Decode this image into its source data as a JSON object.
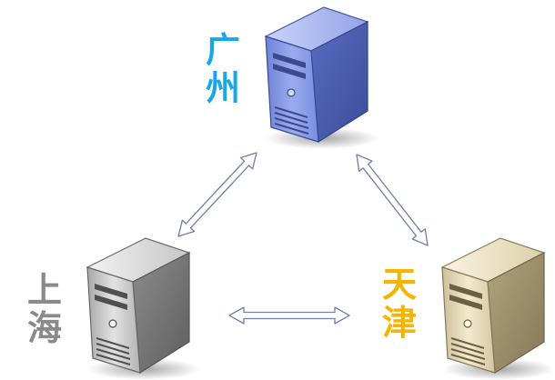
{
  "nodes": [
    {
      "id": "guangzhou",
      "label": "广州",
      "chars": [
        "广",
        "州"
      ],
      "label_color": "#1aa7e6",
      "server_color": "blue"
    },
    {
      "id": "shanghai",
      "label": "上海",
      "chars": [
        "上",
        "海"
      ],
      "label_color": "#8a8a8a",
      "server_color": "gray"
    },
    {
      "id": "tianjin",
      "label": "天津",
      "chars": [
        "天",
        "津"
      ],
      "label_color": "#f5b400",
      "server_color": "beige"
    }
  ],
  "links": [
    {
      "from": "guangzhou",
      "to": "shanghai",
      "direction": "bidirectional"
    },
    {
      "from": "guangzhou",
      "to": "tianjin",
      "direction": "bidirectional"
    },
    {
      "from": "shanghai",
      "to": "tianjin",
      "direction": "bidirectional"
    }
  ],
  "icons": {
    "server": "server-tower-icon",
    "arrow": "double-headed-arrow"
  }
}
